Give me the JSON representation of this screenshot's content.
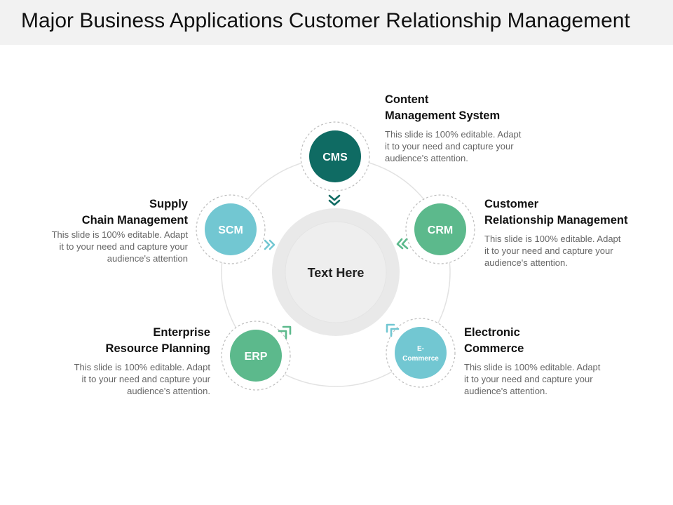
{
  "title": "Major Business Applications Customer Relationship Management",
  "center": {
    "label": "Text Here"
  },
  "colors": {
    "dark_teal": "#0f6b63",
    "green": "#5cb98c",
    "light_blue": "#72c7d2",
    "ring": "#e9e9e9",
    "orbit": "#e2e2e2"
  },
  "nodes": [
    {
      "key": "cms",
      "label": "CMS",
      "color": "#0f6b63",
      "icon": "chevron-down-icon",
      "heading_lines": [
        "Content",
        "Management System"
      ],
      "desc_lines": [
        "This slide is 100% editable. Adapt",
        "it to your need and capture your",
        "audience's attention."
      ]
    },
    {
      "key": "crm",
      "label": "CRM",
      "color": "#5cb98c",
      "icon": "chevron-left-icon",
      "heading_lines": [
        "Customer",
        "Relationship Management"
      ],
      "desc_lines": [
        "This slide is 100% editable. Adapt",
        "it to your need and capture your",
        "audience's attention."
      ]
    },
    {
      "key": "ecommerce",
      "label_lines": [
        "E-",
        "Commerce"
      ],
      "color": "#72c7d2",
      "icon": "chevron-up-left-icon",
      "heading_lines": [
        "Electronic",
        "Commerce"
      ],
      "desc_lines": [
        "This slide is 100% editable. Adapt",
        "it to your need and capture your",
        "audience's attention."
      ]
    },
    {
      "key": "erp",
      "label": "ERP",
      "color": "#5cb98c",
      "icon": "chevron-up-right-icon",
      "heading_lines": [
        "Enterprise",
        "Resource Planning"
      ],
      "desc_lines": [
        "This slide is 100% editable. Adapt",
        "it to your need and capture your",
        "audience's attention."
      ]
    },
    {
      "key": "scm",
      "label": "SCM",
      "color": "#72c7d2",
      "icon": "chevron-right-icon",
      "heading_lines": [
        "Supply",
        "Chain Management"
      ],
      "desc_lines": [
        "This slide is 100% editable. Adapt",
        "it to your need and capture your",
        "audience's attention"
      ]
    }
  ]
}
